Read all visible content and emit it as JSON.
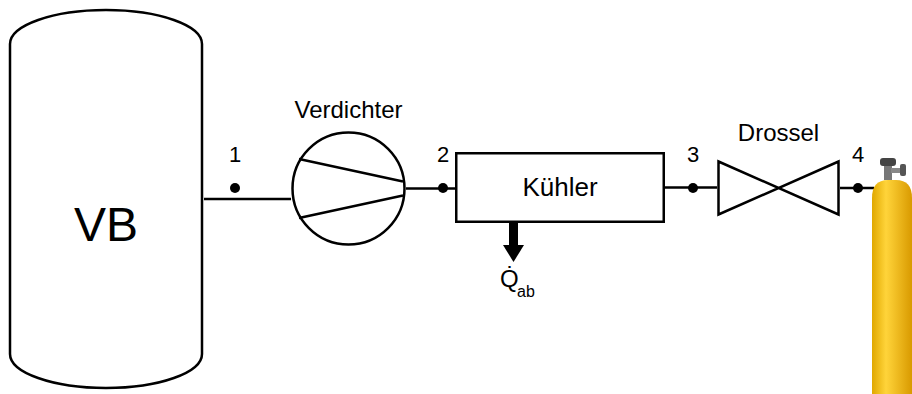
{
  "diagram": {
    "nodes": [
      {
        "text": [
          "VB"
        ]
      },
      {
        "text": [
          "Verdichter"
        ]
      },
      {
        "text": [
          "Kühler"
        ]
      },
      {
        "text": [
          "Drossel"
        ]
      }
    ],
    "edges": [
      {
        "from": 0,
        "to": 1,
        "arrow": "none"
      },
      {
        "from": 1,
        "to": 2,
        "arrow": "none"
      },
      {
        "from": 2,
        "to": 3,
        "arrow": "none"
      }
    ],
    "labels": [
      "1",
      "2",
      "3",
      "4",
      "Q̇",
      "ab"
    ]
  }
}
